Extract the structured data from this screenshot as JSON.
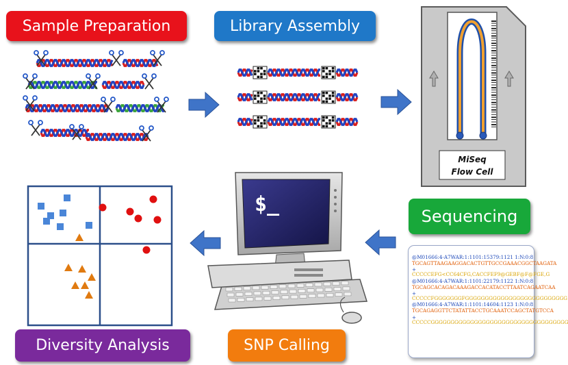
{
  "labels": {
    "sample_preparation": "Sample Preparation",
    "library_assembly": "Library Assembly",
    "sequencing": "Sequencing",
    "snp_calling": "SNP Calling",
    "diversity_analysis": "Diversity Analysis"
  },
  "flow_cell": {
    "line1": "MiSeq",
    "line2": "Flow Cell"
  },
  "monitor": {
    "prompt": "$_"
  },
  "fastq": {
    "r1_header": "@M01666:4-A7WAR:1:1101:15379:1121 1:N:0:8",
    "r1_seq": "TGCAGTTAAGAAGGACACTGTTGCCGAAACGGCTAAGATA",
    "r1_plus": "+",
    "r1_qual": "CCCCCEFG<CC64CFG,CACCFEF9@GEBF@F@FGE,G",
    "r2_header": "@M01666:4-A7WAR:1:1101:22179:1122 1:N:0:8",
    "r2_seq": "TGCAGCACAGACAAAGACCACATACCTTAATCAGAATCAA",
    "r2_plus": "+",
    "r2_qual": "CCCCCFGGGGGGGFGGGGGGGGGGGGGGGGGGGGGGGGGG",
    "r3_header": "@M01666:4-A7WAR:1:1101:14604:1123 1:N:0:8",
    "r3_seq": "TGCAGAGGTTCTATATTACCTGCAAATCCAGCTATGTCCA",
    "r3_plus": "+",
    "r3_qual": "CCCCCGGGGGGGGGGGGGGGGGGGGGGGGGGGGGGGGGGG"
  },
  "colors": {
    "sample_preparation": "#e8121b",
    "library_assembly": "#1f78c8",
    "sequencing": "#18a83a",
    "snp_calling": "#f27c0e",
    "diversity_analysis": "#7a2a9c",
    "arrow": "#3f74c8",
    "dna_red": "#d81e1e",
    "dna_blue": "#2243c0",
    "dna_green": "#3aa33a",
    "plot_line": "#2b4f8a",
    "square_marker": "#4a86d8",
    "circle_marker": "#e01010",
    "triangle_marker": "#e07a10"
  }
}
